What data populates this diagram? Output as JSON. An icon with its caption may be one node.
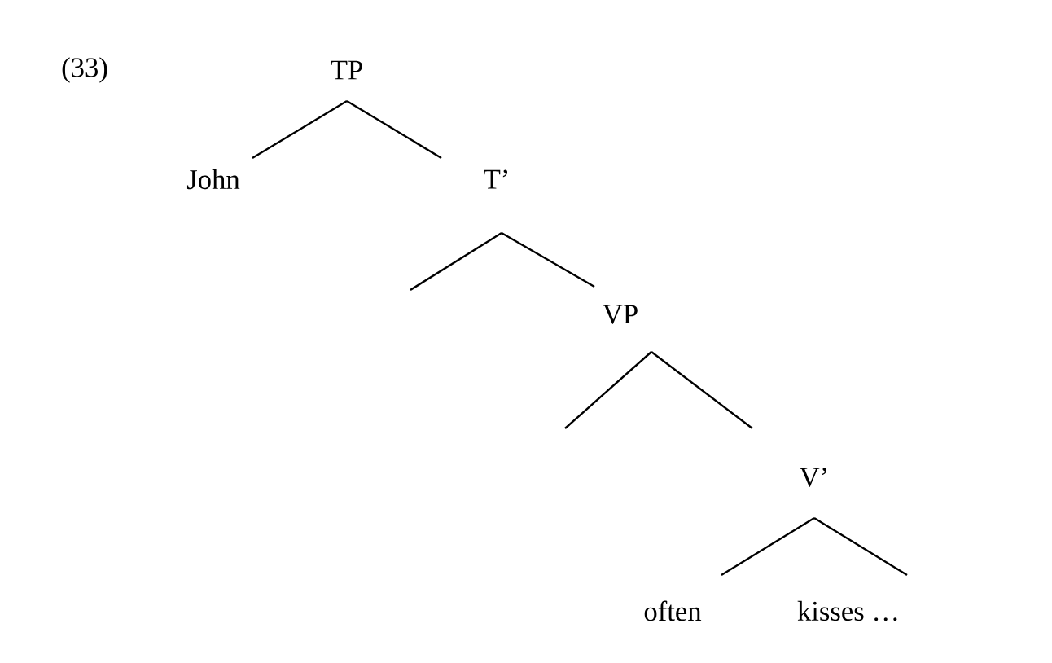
{
  "diagram": {
    "nodes": [
      {
        "text": [
          "TP"
        ]
      },
      {
        "text": [
          "John"
        ]
      },
      {
        "text": [
          "T’"
        ]
      },
      {
        "text": [
          "VP"
        ]
      },
      {
        "text": [
          "V’"
        ]
      },
      {
        "text": [
          "often"
        ]
      },
      {
        "text": [
          "kisses …"
        ]
      }
    ],
    "edges": [
      {
        "from": 0,
        "to": 1,
        "arrow": "none"
      },
      {
        "from": 0,
        "to": 2,
        "arrow": "none"
      },
      {
        "from": 2,
        "to": null,
        "arrow": "none"
      },
      {
        "from": 2,
        "to": 3,
        "arrow": "none"
      },
      {
        "from": 3,
        "to": null,
        "arrow": "none"
      },
      {
        "from": 3,
        "to": 4,
        "arrow": "none"
      },
      {
        "from": 4,
        "to": 5,
        "arrow": "none"
      },
      {
        "from": 4,
        "to": 6,
        "arrow": "none"
      }
    ],
    "labels": [
      "(33)"
    ]
  }
}
